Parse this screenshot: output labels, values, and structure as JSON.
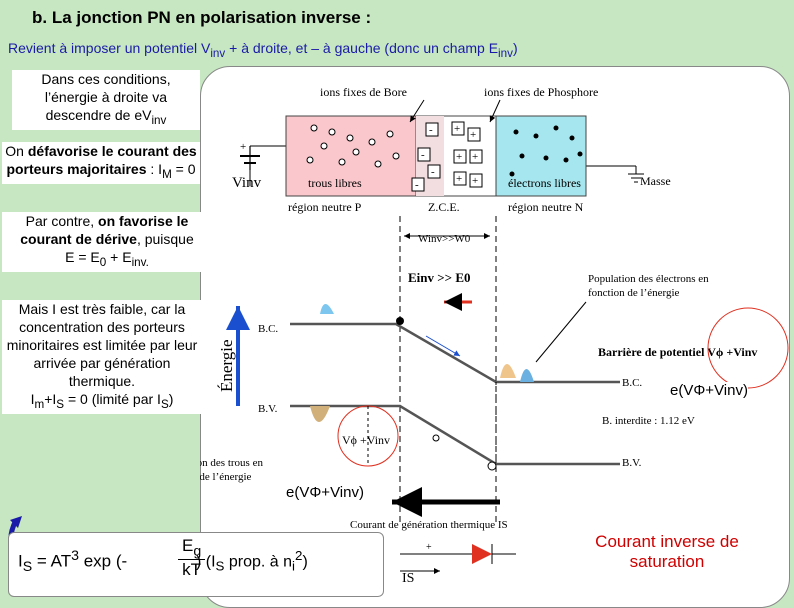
{
  "title": "b. La jonction PN en polarisation inverse :",
  "subtitle": {
    "prefix": "Revient à imposer un potentiel V",
    "sub1": "inv",
    "middle": " + à droite, et – à gauche (donc un champ E",
    "sub2": "inv",
    "suffix": ")"
  },
  "side": {
    "p1_lines": [
      "Dans ces conditions,",
      "l’énergie à droite va",
      "descendre de eV"
    ],
    "p1_sub": "inv",
    "p2_pre": "On ",
    "p2_bold1": "défavorise le courant des porteurs majoritaires",
    "p2_mid": " : I",
    "p2_sub": "M",
    "p2_post": " = 0",
    "p3_pre": "Par contre, ",
    "p3_bold": "on favorise le courant de dérive",
    "p3_post": ", puisque",
    "p3_eq": "E = E",
    "p3_eq_sub": "0",
    "p3_eq_mid": " + E",
    "p3_eq_sub2": "inv.",
    "p4": "Mais I est très faible, car la concentration des porteurs minoritaires est limitée par leur arrivée par génération thermique.",
    "p4_eq1": "I",
    "p4_eq_sub1": "m",
    "p4_eq2": "+I",
    "p4_eq_sub2": "S",
    "p4_eq3": " = 0 (limité par I",
    "p4_eq_sub3": "S",
    "p4_eq4": ")"
  },
  "diagram": {
    "ions_bore": "ions fixes de Bore",
    "ions_phosphore": "ions fixes de Phosphore",
    "vinv": "Vinv",
    "trous_libres": "trous libres",
    "electrons_libres": "électrons libres",
    "masse": "Masse",
    "region_p": "région neutre P",
    "zce": "Z.C.E.",
    "region_n": "région neutre N",
    "w_rel": "Winv>>W0",
    "e_rel": "Einv >> E0",
    "pop_elec": "Population des électrons en fonction de l’énergie",
    "barrier": "Barrière de potentiel Vϕ +Vinv",
    "bc": "B.C.",
    "bv": "B.V.",
    "bandgap": "B. interdite : 1.12 eV",
    "energie": "Énergie",
    "pop_trous": "Population des trous en fonction de l’énergie",
    "vphi": "Vϕ +Vinv",
    "courant_gen": "Courant de génération thermique IS",
    "is_label": "IS",
    "e_vphi_right": "e(VΦ+Vinv)",
    "e_vphi_bottom": "e(VΦ+Vinv)"
  },
  "formula": {
    "is": "I",
    "is_sub": "S",
    "rest": " = AT",
    "pow": "3",
    "exp": " exp (-",
    "num": "E",
    "num_sub": "g",
    "den": "kT",
    "close": ")  (I",
    "close_sub": "S",
    "close2": " prop. à n",
    "ni_sub": "i",
    "ni_pow": "2",
    "close3": ")"
  },
  "courant_inverse": "Courant inverse de saturation",
  "colors": {
    "accent_red": "#d00000",
    "title_blue": "#1a1aa8",
    "bg_green": "#c6e7c2"
  }
}
